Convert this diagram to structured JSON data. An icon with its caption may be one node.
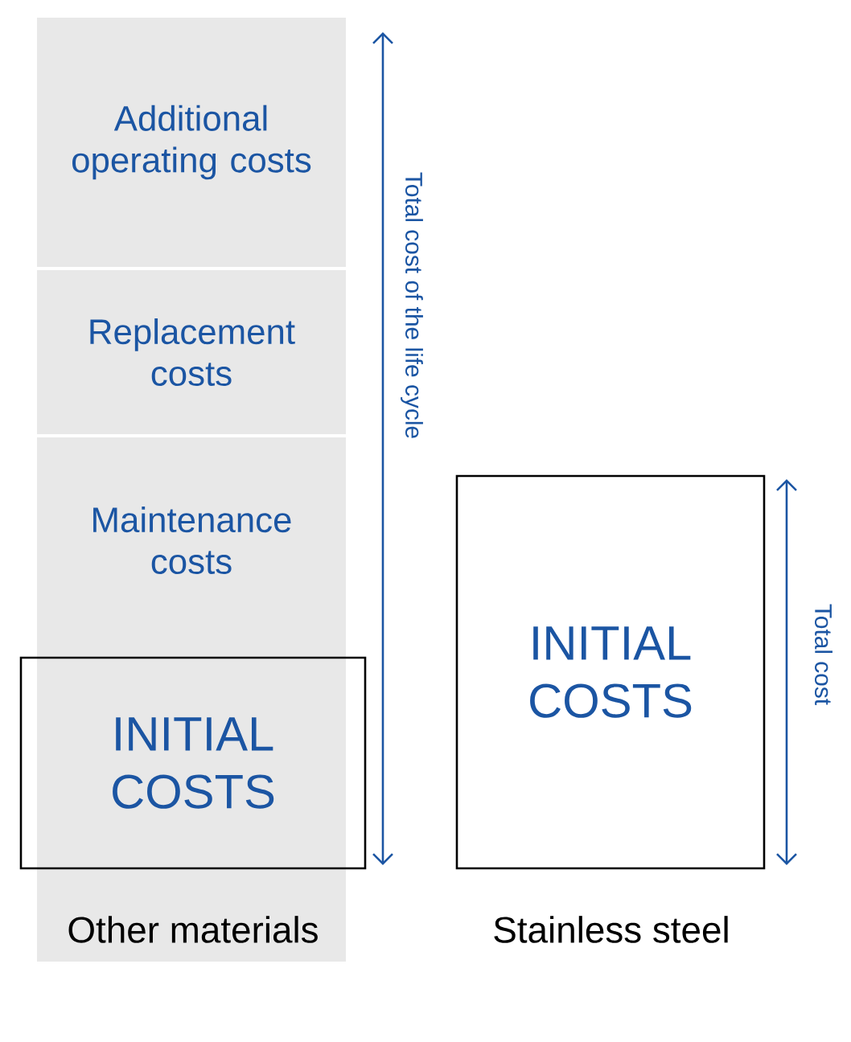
{
  "diagram": {
    "nodes": [
      {
        "text": [
          "Additional operating costs"
        ]
      },
      {
        "text": [
          "Replacement costs"
        ]
      },
      {
        "text": [
          "Maintenance costs"
        ]
      },
      {
        "text": [
          "INITIAL COSTS"
        ]
      },
      {
        "text": [
          "INITIAL COSTS"
        ]
      }
    ],
    "labels": [
      "Total cost of the life cycle",
      "Total cost",
      "Other materials",
      "Stainless steel"
    ]
  }
}
